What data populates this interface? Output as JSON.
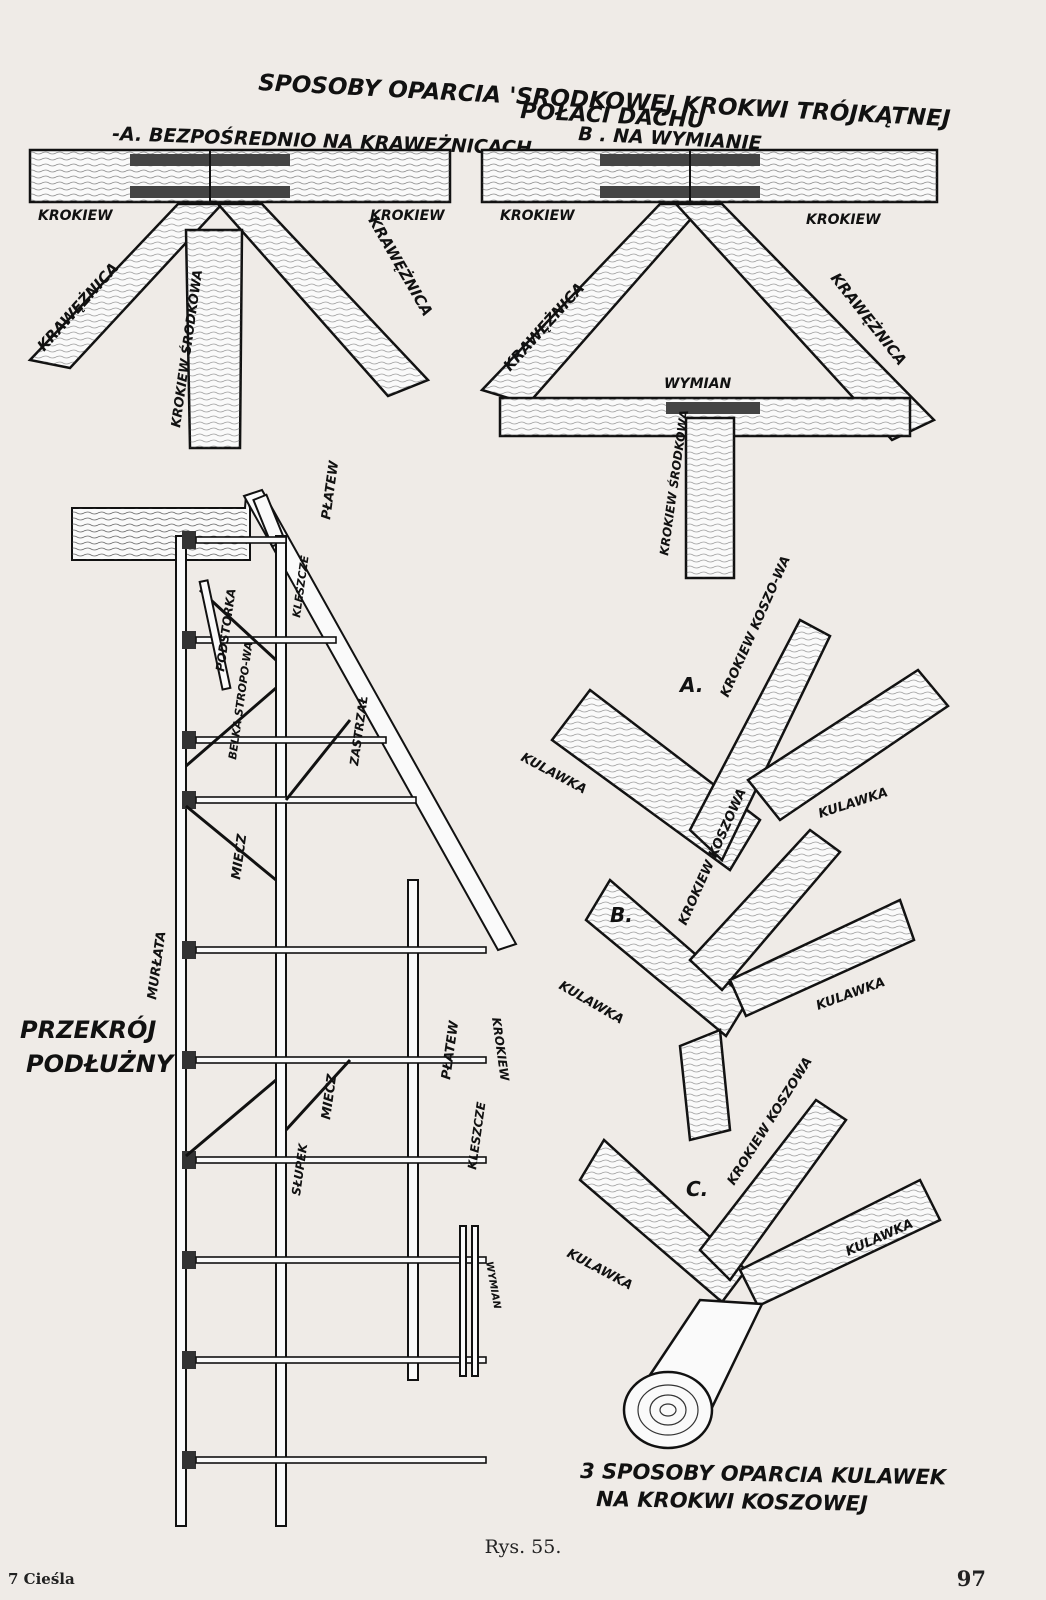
{
  "title": {
    "line1": "SPOSOBY OPARCIA 'SRODKOWEJ KROKWI TRÓJKĄTNEJ",
    "line2": "POŁACI DACHU"
  },
  "detail_a": {
    "label": "-A. BEZPOŚREDNIO NA KRAWĘŻNICACH",
    "krokiew_left": "KROKIEW",
    "krokiew_right": "KROKIEW",
    "kraweznica_left": "KRAWĘŻNICA",
    "kraweznica_right": "KRAWĘŻNICA",
    "krokiew_srodkowa": "KROKIEW ŚRODKOWA"
  },
  "detail_b": {
    "label": "B . NA WYMIANIE",
    "krokiew_left": "KROKIEW",
    "krokiew_right": "KROKIEW",
    "kraweznica_left": "KRAWĘŻNICA",
    "kraweznica_right": "KRAWĘŻNICA",
    "wymian": "WYMIAN",
    "krokiew_srodkowa": "KROKIEW ŚRODKOWA"
  },
  "section": {
    "platew_top": "PŁATEW",
    "kleszcze_top": "KLESZCZE",
    "podstorka": "PODSTORKA",
    "belka_stropowa": "BELKA STROPO-WA",
    "zastrzal": "ZASTRZAŁ",
    "miecz_top": "MIECZ",
    "murlata": "MURŁATA",
    "krokiew": "KROKIEW",
    "platew_low": "PŁATEW",
    "miecz_low": "MIECZ",
    "kleszcze_low": "KLESZCZE",
    "slupek": "SŁUPEK",
    "wymian": "WYMIAN",
    "title_line1": "PRZEKRÓJ",
    "title_line2": "PODŁUŻNY"
  },
  "kulawki": {
    "a": {
      "letter": "A.",
      "krokiew": "KROKIEW KOSZO-WA",
      "left": "KULAWKA",
      "right": "KULAWKA"
    },
    "b": {
      "letter": "B.",
      "krokiew": "KROKIEW KOSZOWA",
      "left": "KULAWKA",
      "right": "KULAWKA"
    },
    "c": {
      "letter": "C.",
      "krokiew": "KROKIEW KOSZOWA",
      "left": "KULAWKA",
      "right": "KULAWKA"
    },
    "title_line1": "3 SPOSOBY OPARCIA KULAWEK",
    "title_line2": "NA KROKWI KOSZOWEJ"
  },
  "caption": "Rys. 55.",
  "footer": {
    "left": "7 Cieśla",
    "page_number": "97"
  }
}
